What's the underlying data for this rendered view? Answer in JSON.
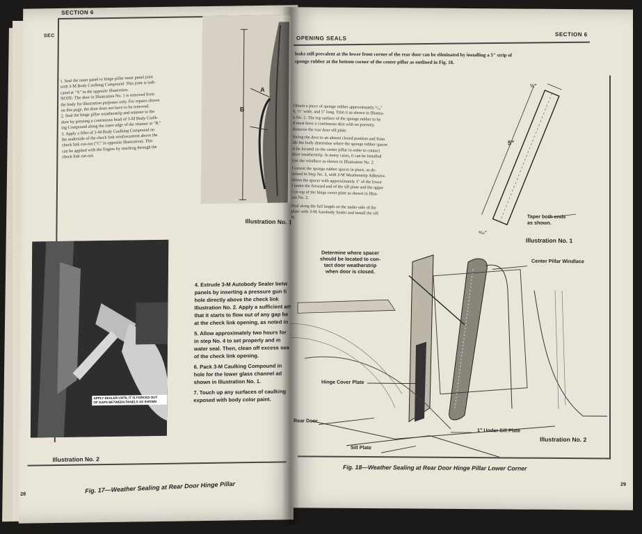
{
  "left_page": {
    "section_header": "SECTION 6",
    "section_header_under": "SEC",
    "page_number": "28",
    "procedure_text": [
      "1. Seal the inner panel to hinge pillar inner panel joint",
      "with 3-M Body Caulking Compound. This joint is indi-",
      "cated at \"A\" in the opposite illustration.",
      "NOTE: The door in Illustration No. 1 is removed from",
      "the body for illustration purposes only. For repairs shown",
      "on this page, the door does not have to be removed.",
      "2. Seal the hinge pillar weatherstrip and retainer to the",
      "door by pressing a continuous bead of 3-M Body Caulk-",
      "ing Compound along the outer edge of the retainer at \"B.\"",
      "3. Apply a fillet of 3-M Body Caulking Compound on",
      "the underside of the check link reinforcement above the",
      "check link cut-out (\"C\" in opposite illustration). This",
      "can be applied with the fingers by reaching through the",
      "check link cut-out."
    ],
    "illustration1": {
      "label_a": "A",
      "label_b": "B",
      "caption": "Illustration No. 1"
    },
    "illustration2": {
      "photo_note": [
        "APPLY SEALER UNTIL IT IS FORCED OUT",
        "OF GAPS BETWEEN PANELS AS SHOWN"
      ],
      "caption": "Illustration No. 2"
    },
    "steps_lower": [
      "4.   Extrude 3-M Autobody Sealer betw",
      "panels by inserting a pressure gun ti",
      "hole directly above the check link",
      "Illustration No. 2. Apply a sufficient am",
      "that it starts to flow out of any gap be",
      "at the check link opening, as noted in",
      "5.   Allow approximately two hours for",
      "in step No. 4 to set properly and m",
      "water seal. Then, clean off excess sea",
      "of the check link opening.",
      "6.   Pack 3-M Caulking Compound in",
      "hole for the lower glass channel ad",
      "shown in Illustration No. 1.",
      "7.   Touch up any surfaces of caulking",
      "exposed with body color paint."
    ],
    "figure_caption": "Fig. 17—Weather Sealing at Rear Door Hinge Pillar"
  },
  "right_page": {
    "header_left": "OPENING SEALS",
    "header_right": "SECTION 6",
    "page_number": "29",
    "intro_text": [
      "leaks still prevalent at the lower front corner of the rear door can be eliminated by installing a 5\" strip of",
      "sponge rubber at the bottom corner of the center pillar as outlined in Fig. 18."
    ],
    "procedure_text": [
      "Obtain a piece of sponge rubber approximately ⁵⁄₁₆\"",
      "k, ½\" wide, and 5\" long. Trim it as shown in Illustra-",
      "n No. 1. The top surface of the sponge rubber to be",
      "d must have a continuous skin with no porosity.",
      "Remove the rear door sill plate.",
      "Swing the door to an almost closed position and from",
      "ide the body determine where the sponge rubber spacer",
      "st be located on the center pillar in order to contact",
      "door weatherstrip. In many cases, it can be installed",
      "inst the windlace as shown in Illustration No. 2.",
      "Cement the sponge rubber spacer in place, as de-",
      "mined in Step No. 3, with 3-M Weatherstrip Adhesive.",
      "dition the spacer with approximately 1\" of the lower",
      "l under the forward end of the sill plate and the upper",
      "l on top of the hinge cover plate as shown in Illus-",
      "ion No. 2.",
      "Seal along the full length on the under side of the",
      "plate with 3-M Autobody Sealer and install the sill",
      "te."
    ],
    "ill1": {
      "dim_top": "½\"",
      "dim_side": "5\"",
      "dim_bottom": "⁵⁄₁₆\"",
      "note": [
        "Taper both ends",
        "as shown."
      ],
      "caption": "Illustration No. 1"
    },
    "ill2": {
      "callout_spacer": [
        "Determine where spacer",
        "should be located to con-",
        "tact door weatherstrip",
        "when door is closed."
      ],
      "center_pillar": "Center Pillar Windlace",
      "hinge_cover": "Hinge Cover Plate",
      "rear_door": "Rear Door",
      "sill_plate": "Sill Plate",
      "under_sill": "1\" Under Sill Plate",
      "caption": "Illustration No. 2"
    },
    "figure_caption": "Fig. 18—Weather Sealing at Rear Door Hinge Pillar Lower Corner"
  }
}
